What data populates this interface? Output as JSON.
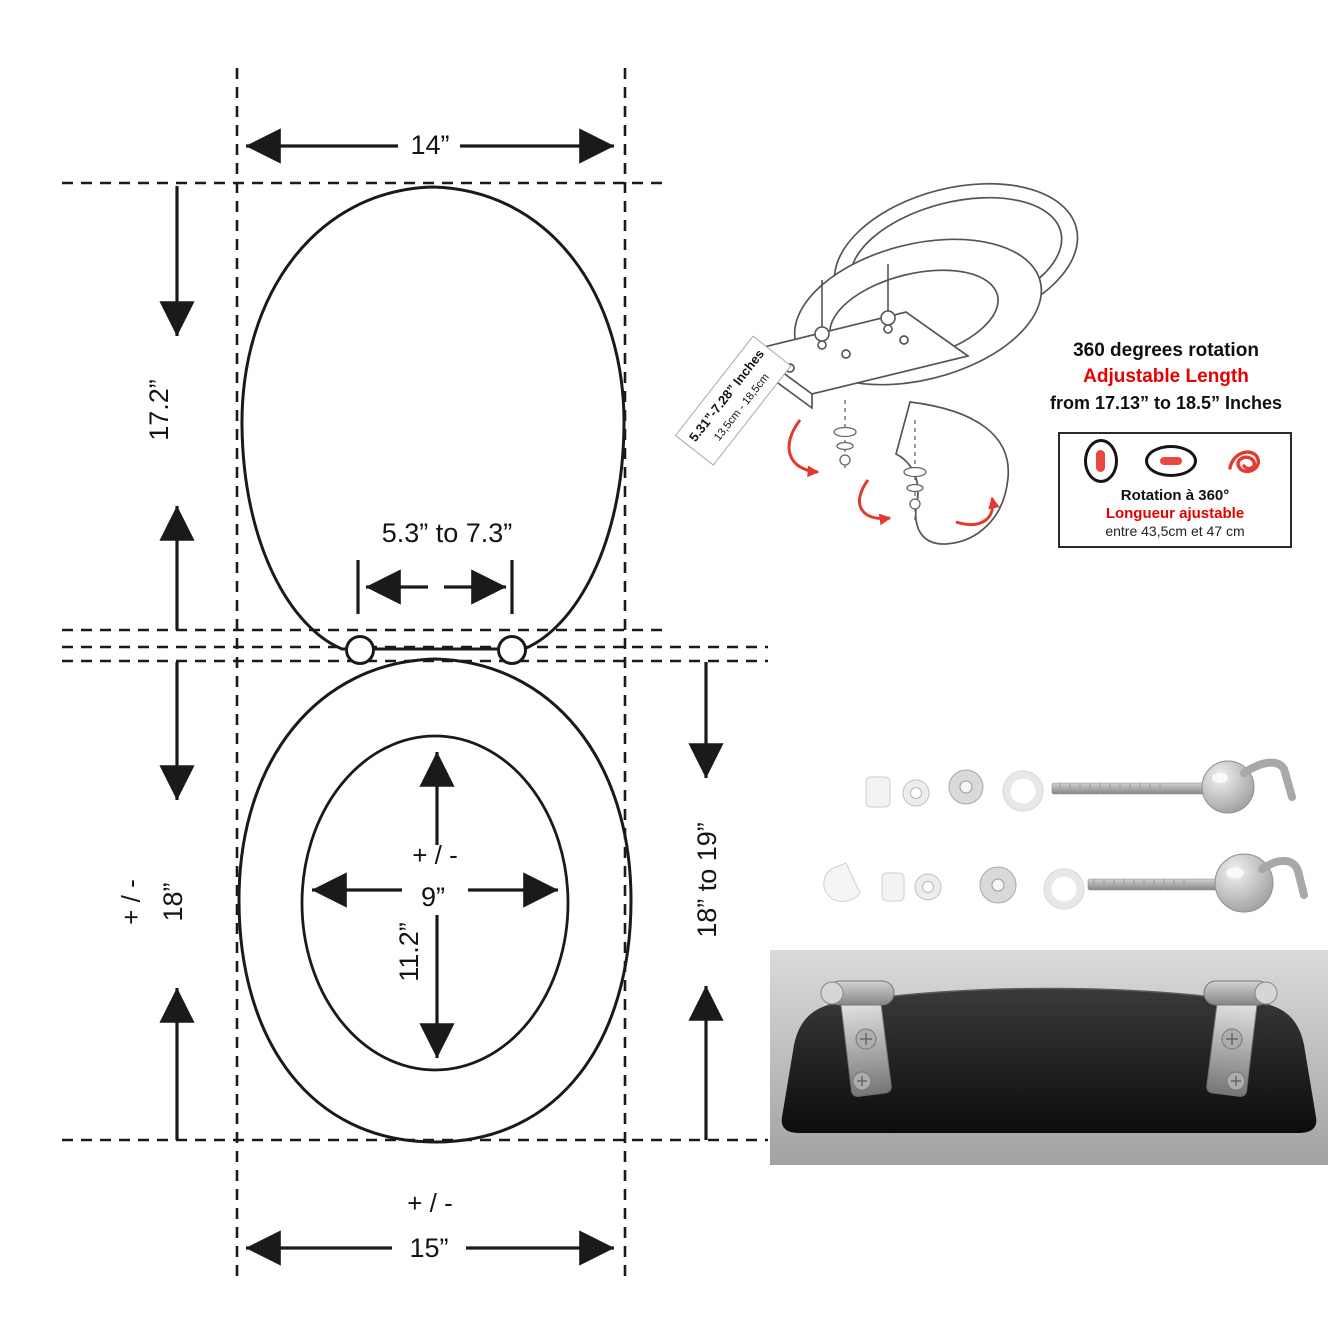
{
  "colors": {
    "line_black": "#1a1a1a",
    "sketch_grey": "#555555",
    "accent_red": "#e60000",
    "arrow_red": "#e23a2e",
    "seat_dark": "#1c1c1c",
    "photo_grey": "#b5b5b5"
  },
  "dimension_diagram": {
    "top_width": "14”",
    "lid_height": "17.2”",
    "hinge_spacing": "5.3” to 7.3”",
    "plus_minus": "+ / -",
    "overall_height": "18”",
    "right_height_range": "18” to 19”",
    "inner_width": "9”",
    "inner_length": "11.2”",
    "bottom_width": "15”"
  },
  "installation_callout": {
    "bolt_label_line1": "5.31”-7.28” Inches",
    "bolt_label_line2": "13,5cm - 18,5cm",
    "rotation_line": "360 degrees rotation",
    "adjustable_line": "Adjustable Length",
    "range_line": "from 17.13” to 18.5” Inches"
  },
  "feature_box": {
    "icons": [
      "oval-vertical-bolt-icon",
      "oval-horizontal-bolt-icon",
      "rotation-scribble-icon"
    ],
    "rotation_label": "Rotation à 360°",
    "adjustable_label": "Longueur ajustable",
    "range_label": "entre 43,5cm et 47 cm"
  }
}
